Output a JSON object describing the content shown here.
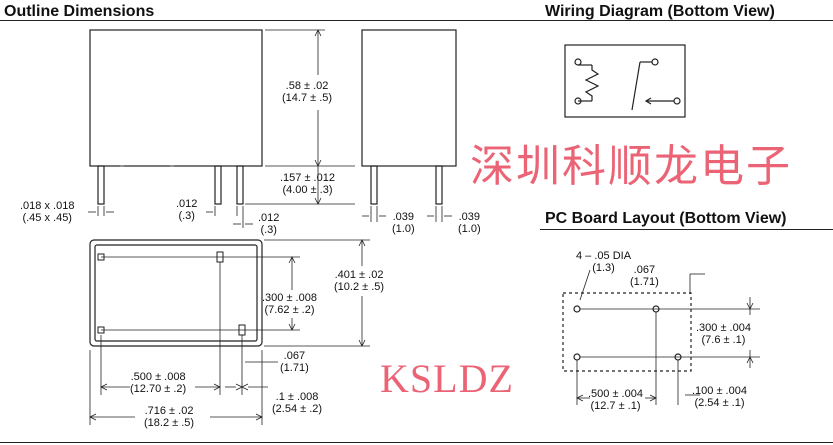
{
  "headers": {
    "outline": "Outline Dimensions",
    "wiring": "Wiring Diagram (Bottom View)",
    "pcb": "PC Board Layout (Bottom View)"
  },
  "watermarks": {
    "chinese": "深圳科顺龙电子",
    "latin": "KSLDZ"
  },
  "outline_labels": {
    "height": {
      "main": ".58 ± .02",
      "sub": "(14.7 ± .5)"
    },
    "pin_length": {
      "main": ".157 ± .012",
      "sub": "(4.00 ± .3)"
    },
    "pin_section": {
      "main": ".018 x .018",
      "sub": "(.45 x .45)"
    },
    "pin_spacing_a": {
      "main": ".012",
      "sub": "(.3)"
    },
    "pin_spacing_b": {
      "main": ".012",
      "sub": "(.3)"
    },
    "side_pin_a": {
      "main": ".039",
      "sub": "(1.0)"
    },
    "side_pin_b": {
      "main": ".039",
      "sub": "(1.0)"
    },
    "depth": {
      "main": ".401 ± .02",
      "sub": "(10.2 ± .5)"
    },
    "row_spacing": {
      "main": ".300 ± .008",
      "sub": "(7.62 ± .2)"
    },
    "edge_offset": {
      "main": ".067",
      "sub": "(1.71)"
    },
    "pin_pitch_a": {
      "main": ".500 ± .008",
      "sub": "(12.70 ± .2)"
    },
    "pin_pitch_b": {
      "main": ".1 ± .008",
      "sub": "(2.54 ± .2)"
    },
    "width": {
      "main": ".716 ± .02",
      "sub": "(18.2 ± .5)"
    }
  },
  "pcb_labels": {
    "holes": {
      "main": "4 – .05 DIA",
      "sub": "(1.3)"
    },
    "offset": {
      "main": ".067",
      "sub": "(1.71)"
    },
    "row_spacing": {
      "main": ".300 ± .004",
      "sub": "(7.6 ± .1)"
    },
    "pitch_a": {
      "main": ".500 ± .004",
      "sub": "(12.7 ± .1)"
    },
    "pitch_b": {
      "main": ".100 ± .004",
      "sub": "(2.54 ± .1)"
    }
  }
}
